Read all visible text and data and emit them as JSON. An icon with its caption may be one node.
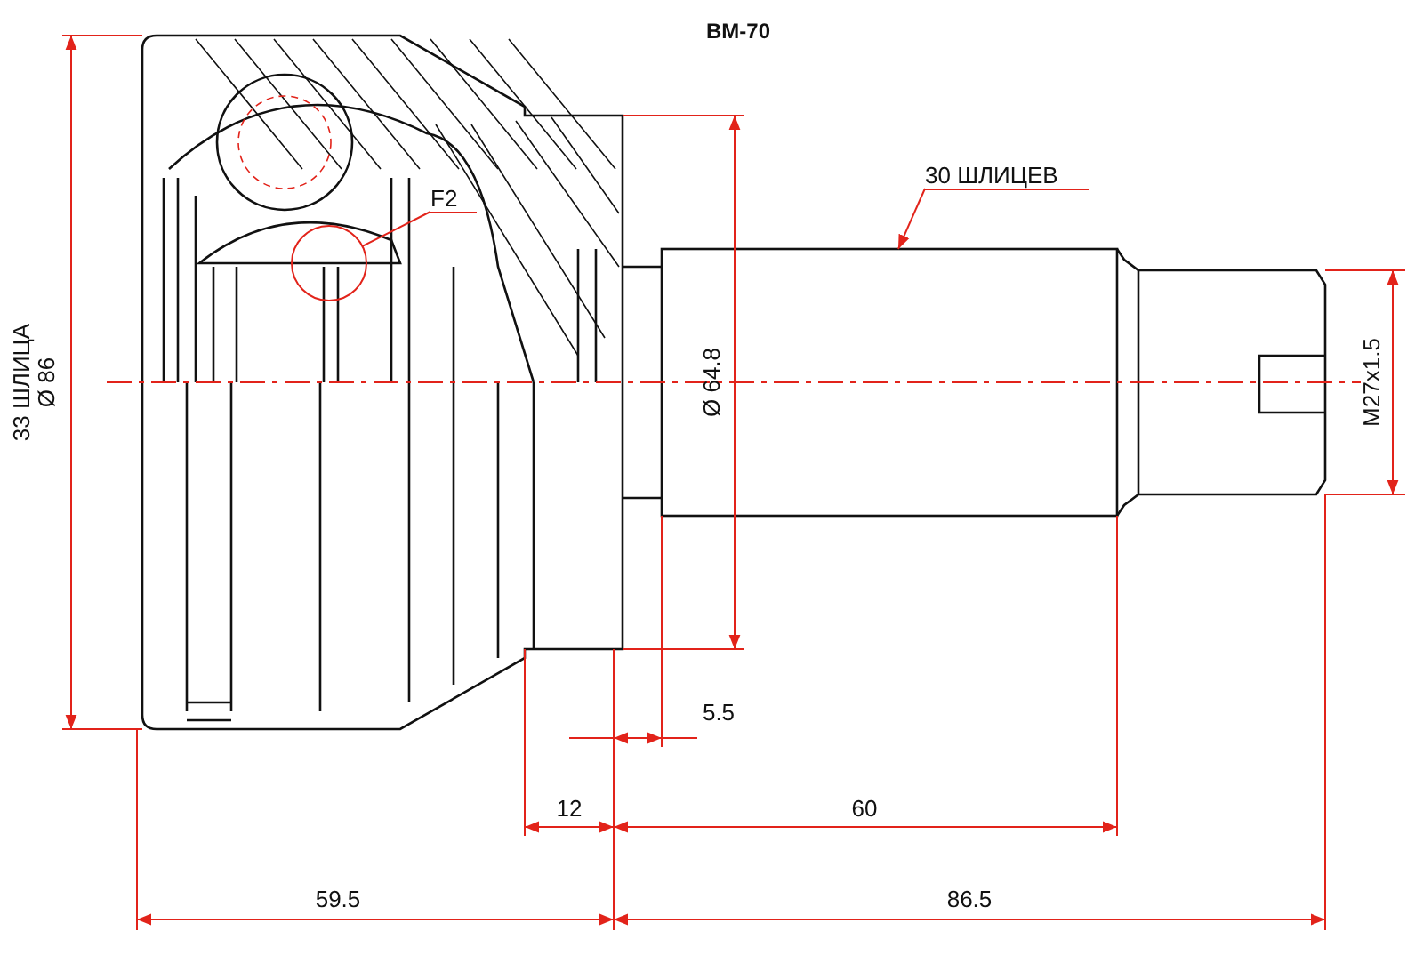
{
  "diagram": {
    "nodes": [
      {
        "text": [
          "F2"
        ]
      },
      {
        "text": [],
        "shape": "circle"
      },
      {
        "text": [
          "30 ШЛИЦЕВ"
        ]
      }
    ],
    "edges": [
      {
        "from": 0,
        "to": 1,
        "arrow": "none"
      },
      {
        "from": 2,
        "to": null,
        "arrow": "to"
      }
    ],
    "labels": [
      "BM-70",
      "33 ШЛИЦА",
      "Ø 86",
      "Ø 64.8",
      "M27x1.5",
      "5.5",
      "12",
      "60",
      "59.5",
      "86.5"
    ]
  }
}
